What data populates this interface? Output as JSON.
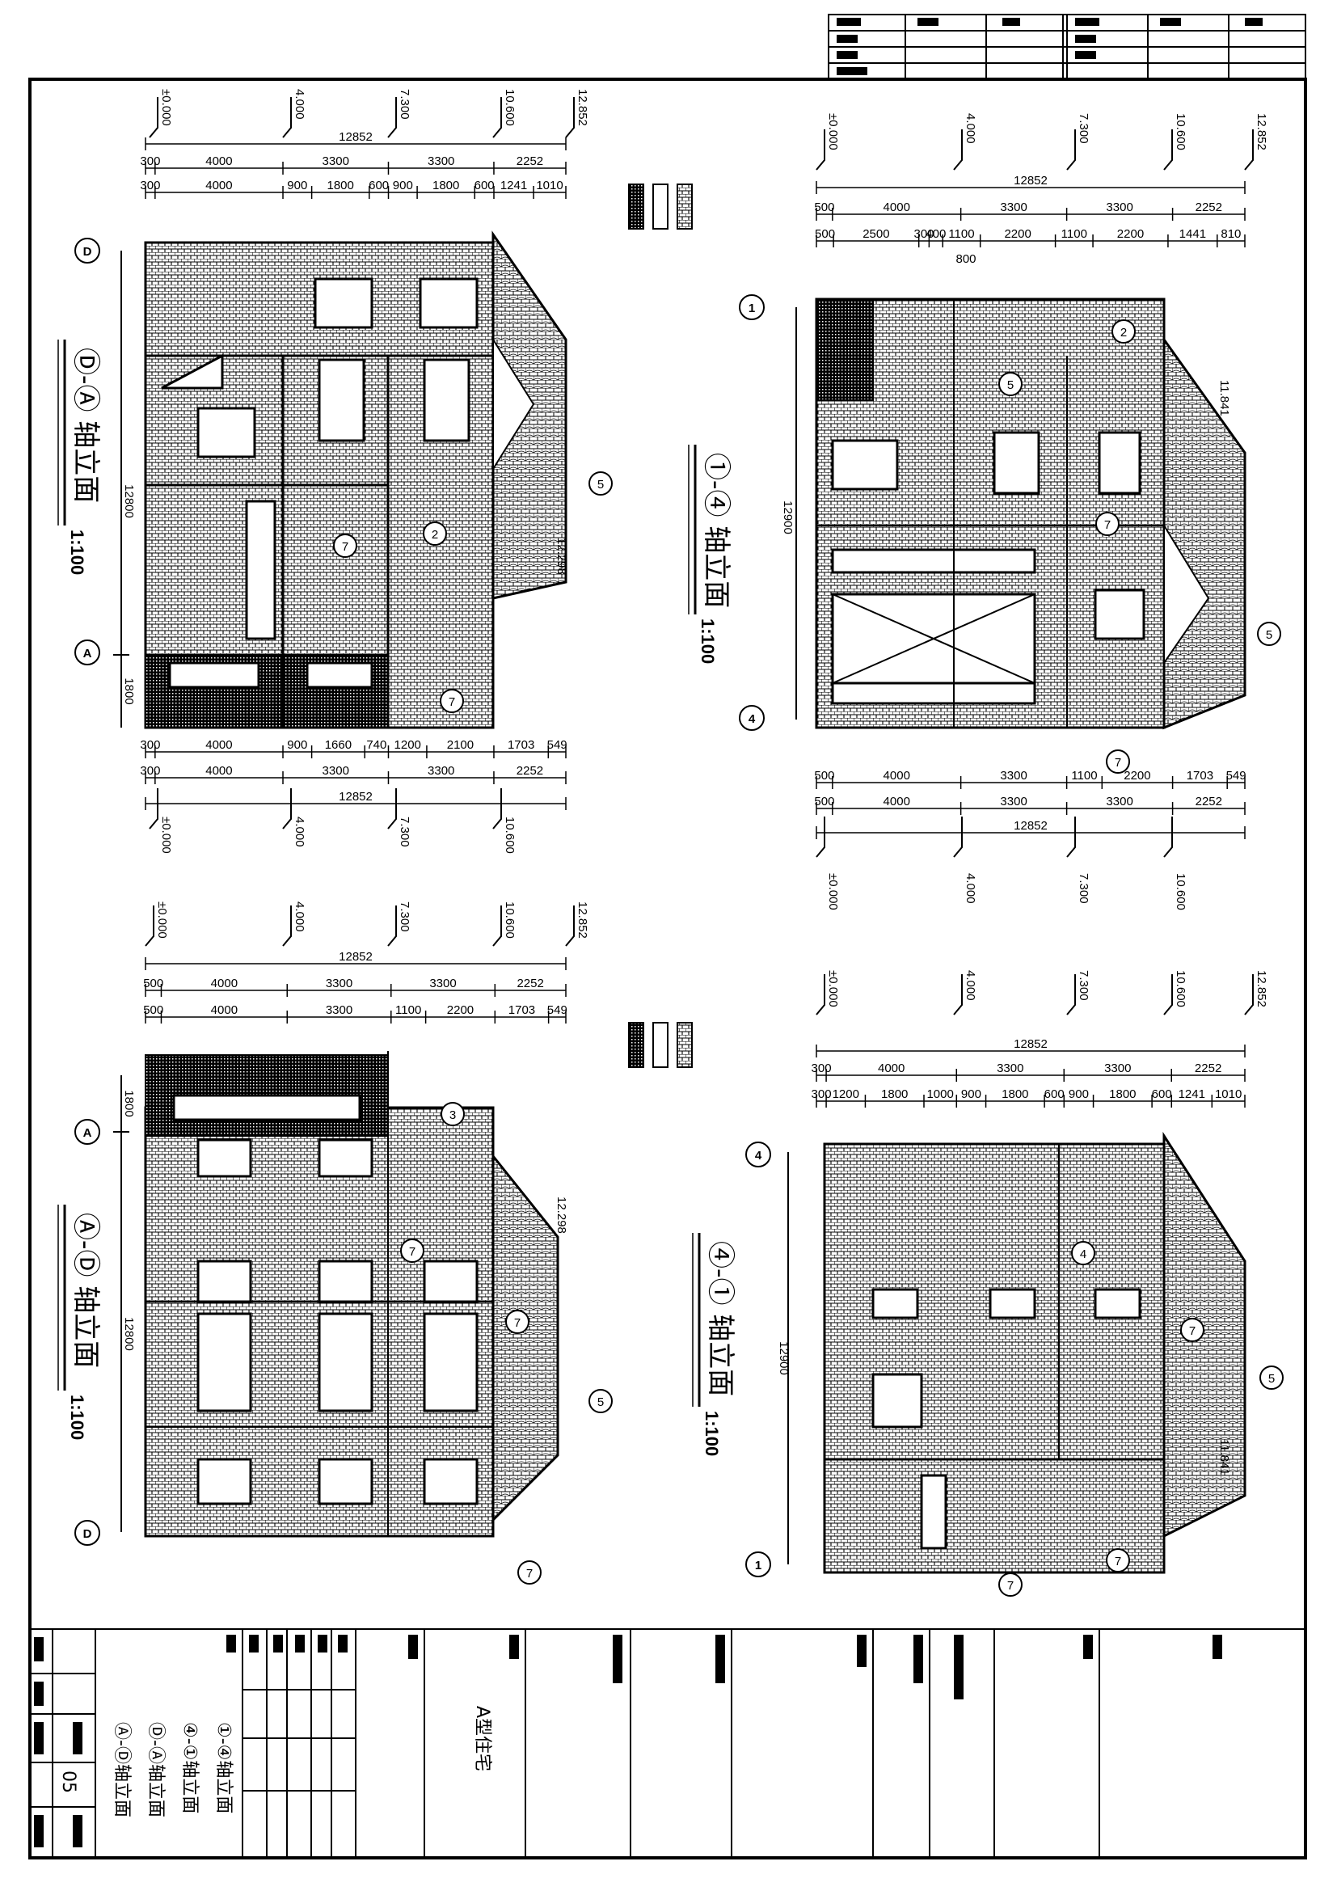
{
  "sheet": {
    "project_name": "A型住宅",
    "drawing_number": "05",
    "drawing_titles": [
      "①-④轴立面",
      "④-①轴立面",
      "Ⓓ-Ⓐ轴立面",
      "Ⓐ-Ⓓ轴立面"
    ]
  },
  "views": {
    "d_a": {
      "title": "Ⓓ-Ⓐ 轴立面",
      "scale": "1:100",
      "axis_start": "D",
      "axis_end": "A",
      "overall": "12800",
      "porch": "1800",
      "levels": [
        "±0.000",
        "4.000",
        "7.300",
        "10.600",
        "12.852"
      ],
      "dims_top_1": [
        "300",
        "4000",
        "3300",
        "3300",
        "2252"
      ],
      "dims_top_2": [
        "300",
        "4000",
        "900",
        "1800",
        "600",
        "900",
        "1800",
        "600",
        "1241",
        "1010"
      ],
      "dims_bottom_1": [
        "300",
        "4000",
        "900",
        "1660",
        "740",
        "1200",
        "2100",
        "1703",
        "549"
      ],
      "dims_bottom_2": [
        "300",
        "4000",
        "3300",
        "3300",
        "2252"
      ],
      "total": "12852",
      "extra_level": "12.298"
    },
    "one_four": {
      "title": "①-④ 轴立面",
      "scale": "1:100",
      "axis_start": "1",
      "axis_end": "4",
      "overall": "12900",
      "levels": [
        "±0.000",
        "4.000",
        "7.300",
        "10.600",
        "12.852"
      ],
      "dims_top_1": [
        "500",
        "4000",
        "3300",
        "3300",
        "2252"
      ],
      "dims_top_2": [
        "500",
        "2500",
        "300",
        "400",
        "1100",
        "2200",
        "1100",
        "2200",
        "1441",
        "810"
      ],
      "dims_top_sub": "800",
      "dims_bottom_1": [
        "500",
        "4000",
        "3300",
        "1100",
        "2200",
        "1703",
        "549"
      ],
      "dims_bottom_2": [
        "500",
        "4000",
        "3300",
        "3300",
        "2252"
      ],
      "total": "12852",
      "extra_level": "11.841"
    },
    "a_d": {
      "title": "Ⓐ-Ⓓ 轴立面",
      "scale": "1:100",
      "axis_start": "A",
      "axis_end": "D",
      "overall": "12800",
      "porch": "1800",
      "levels": [
        "±0.000",
        "4.000",
        "7.300",
        "10.600",
        "12.852"
      ],
      "dims_top_1": [
        "500",
        "4000",
        "3300",
        "3300",
        "2252"
      ],
      "dims_top_2": [
        "500",
        "4000",
        "3300",
        "1100",
        "2200",
        "1703",
        "549"
      ],
      "total": "12852",
      "extra_level": "12.298"
    },
    "four_one": {
      "title": "④-① 轴立面",
      "scale": "1:100",
      "axis_start": "4",
      "axis_end": "1",
      "overall": "12900",
      "levels": [
        "±0.000",
        "4.000",
        "7.300",
        "10.600",
        "12.852"
      ],
      "dims_top_1": [
        "300",
        "4000",
        "3300",
        "3300",
        "2252"
      ],
      "dims_top_2": [
        "300",
        "1200",
        "1800",
        "1000",
        "900",
        "1800",
        "600",
        "900",
        "1800",
        "600",
        "1241",
        "1010"
      ],
      "total": "12852",
      "extra_level": "11.841"
    }
  },
  "detail_bubbles": [
    "5",
    "7",
    "2",
    "3",
    "4"
  ]
}
